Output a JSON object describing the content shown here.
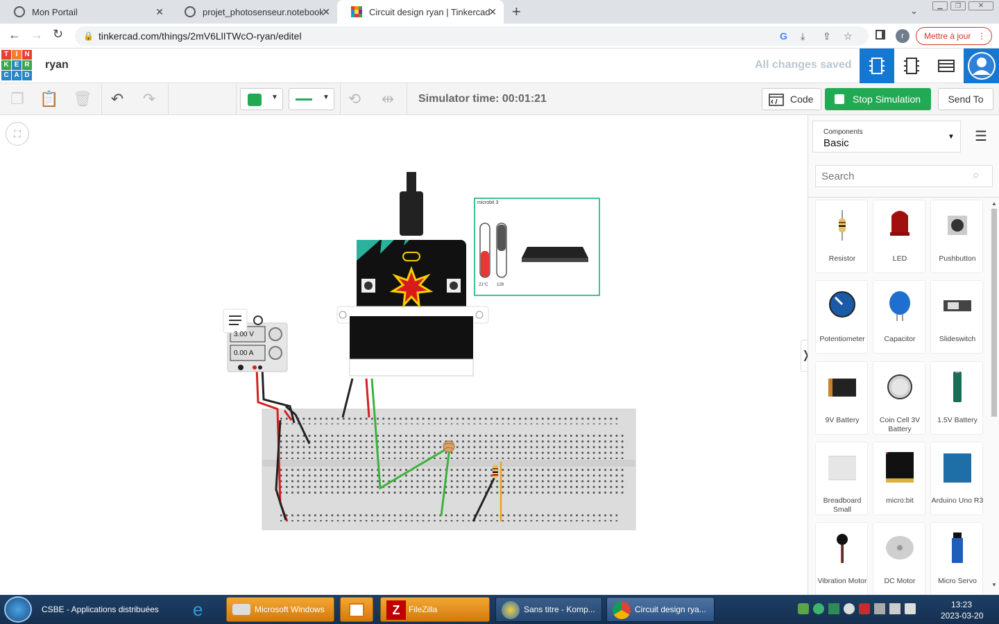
{
  "browser": {
    "tabs": [
      {
        "label": "Mon Portail"
      },
      {
        "label": "projet_photosenseur.notebook"
      },
      {
        "label": "Circuit design ryan | Tinkercad"
      }
    ],
    "url": "tinkercad.com/things/2mV6LlITWcO-ryan/editel",
    "profile_initial": "r",
    "update_label": "Mettre à jour"
  },
  "app": {
    "logo_letters": [
      "T",
      "I",
      "N",
      "K",
      "E",
      "R",
      "C",
      "A",
      "D"
    ],
    "project_name": "ryan",
    "save_status": "All changes saved"
  },
  "toolbar": {
    "sim_time": "Simulator time: 00:01:21",
    "code_label": "Code",
    "stop_label": "Stop Simulation",
    "send_label": "Send To"
  },
  "power_supply": {
    "voltage": "3.00 V",
    "current": "0.00 A"
  },
  "microbit_panel": {
    "title": "microbit 3",
    "temp": "21°C",
    "light": "128"
  },
  "panel": {
    "components_caption": "Components",
    "components_value": "Basic",
    "search_placeholder": "Search",
    "items": [
      {
        "label": "Resistor"
      },
      {
        "label": "LED"
      },
      {
        "label": "Pushbutton"
      },
      {
        "label": "Potentiometer"
      },
      {
        "label": "Capacitor"
      },
      {
        "label": "Slideswitch"
      },
      {
        "label": "9V Battery"
      },
      {
        "label": "Coin Cell 3V Battery"
      },
      {
        "label": "1.5V Battery"
      },
      {
        "label": "Breadboard Small"
      },
      {
        "label": "micro:bit"
      },
      {
        "label": "Arduino Uno R3"
      },
      {
        "label": "Vibration Motor"
      },
      {
        "label": "DC Motor"
      },
      {
        "label": "Micro Servo"
      }
    ]
  },
  "taskbar": {
    "items": [
      {
        "label": "CSBE - Applications distribuées"
      },
      {
        "label": "Microsoft Windows"
      },
      {
        "label": "FileZilla"
      },
      {
        "label": "Sans titre - Komp..."
      },
      {
        "label": "Circuit design rya..."
      }
    ],
    "time": "13:23",
    "date": "2023-03-20"
  },
  "colors": {
    "accent": "#1477d1",
    "stop": "#22a954",
    "saved": "#b9c7d3"
  }
}
